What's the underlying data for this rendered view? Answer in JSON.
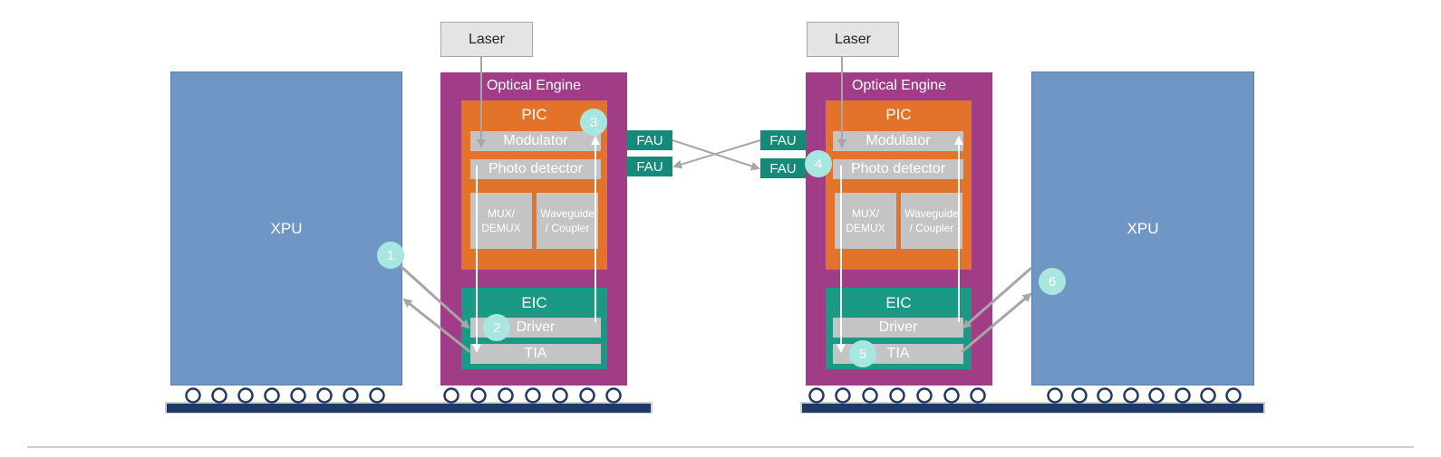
{
  "labels": {
    "xpu": "XPU",
    "laser": "Laser",
    "optical_engine": "Optical Engine",
    "pic": "PIC",
    "modulator": "Modulator",
    "photo_detector": "Photo detector",
    "mux_demux": "MUX/\nDEMUX",
    "waveguide_coupler": "Waveguide\n/ Coupler",
    "eic": "EIC",
    "driver": "Driver",
    "tia": "TIA",
    "fau": "FAU"
  },
  "steps": [
    "1",
    "2",
    "3",
    "4",
    "5",
    "6"
  ],
  "colors": {
    "xpu": "#7096c6",
    "optical_engine": "#a13c87",
    "pic": "#e3722a",
    "eic": "#1a9a84",
    "fau": "#148a78",
    "component": "#c4c4c4",
    "step_badge": "#a8e6e0",
    "substrate": "#1f3a68"
  }
}
